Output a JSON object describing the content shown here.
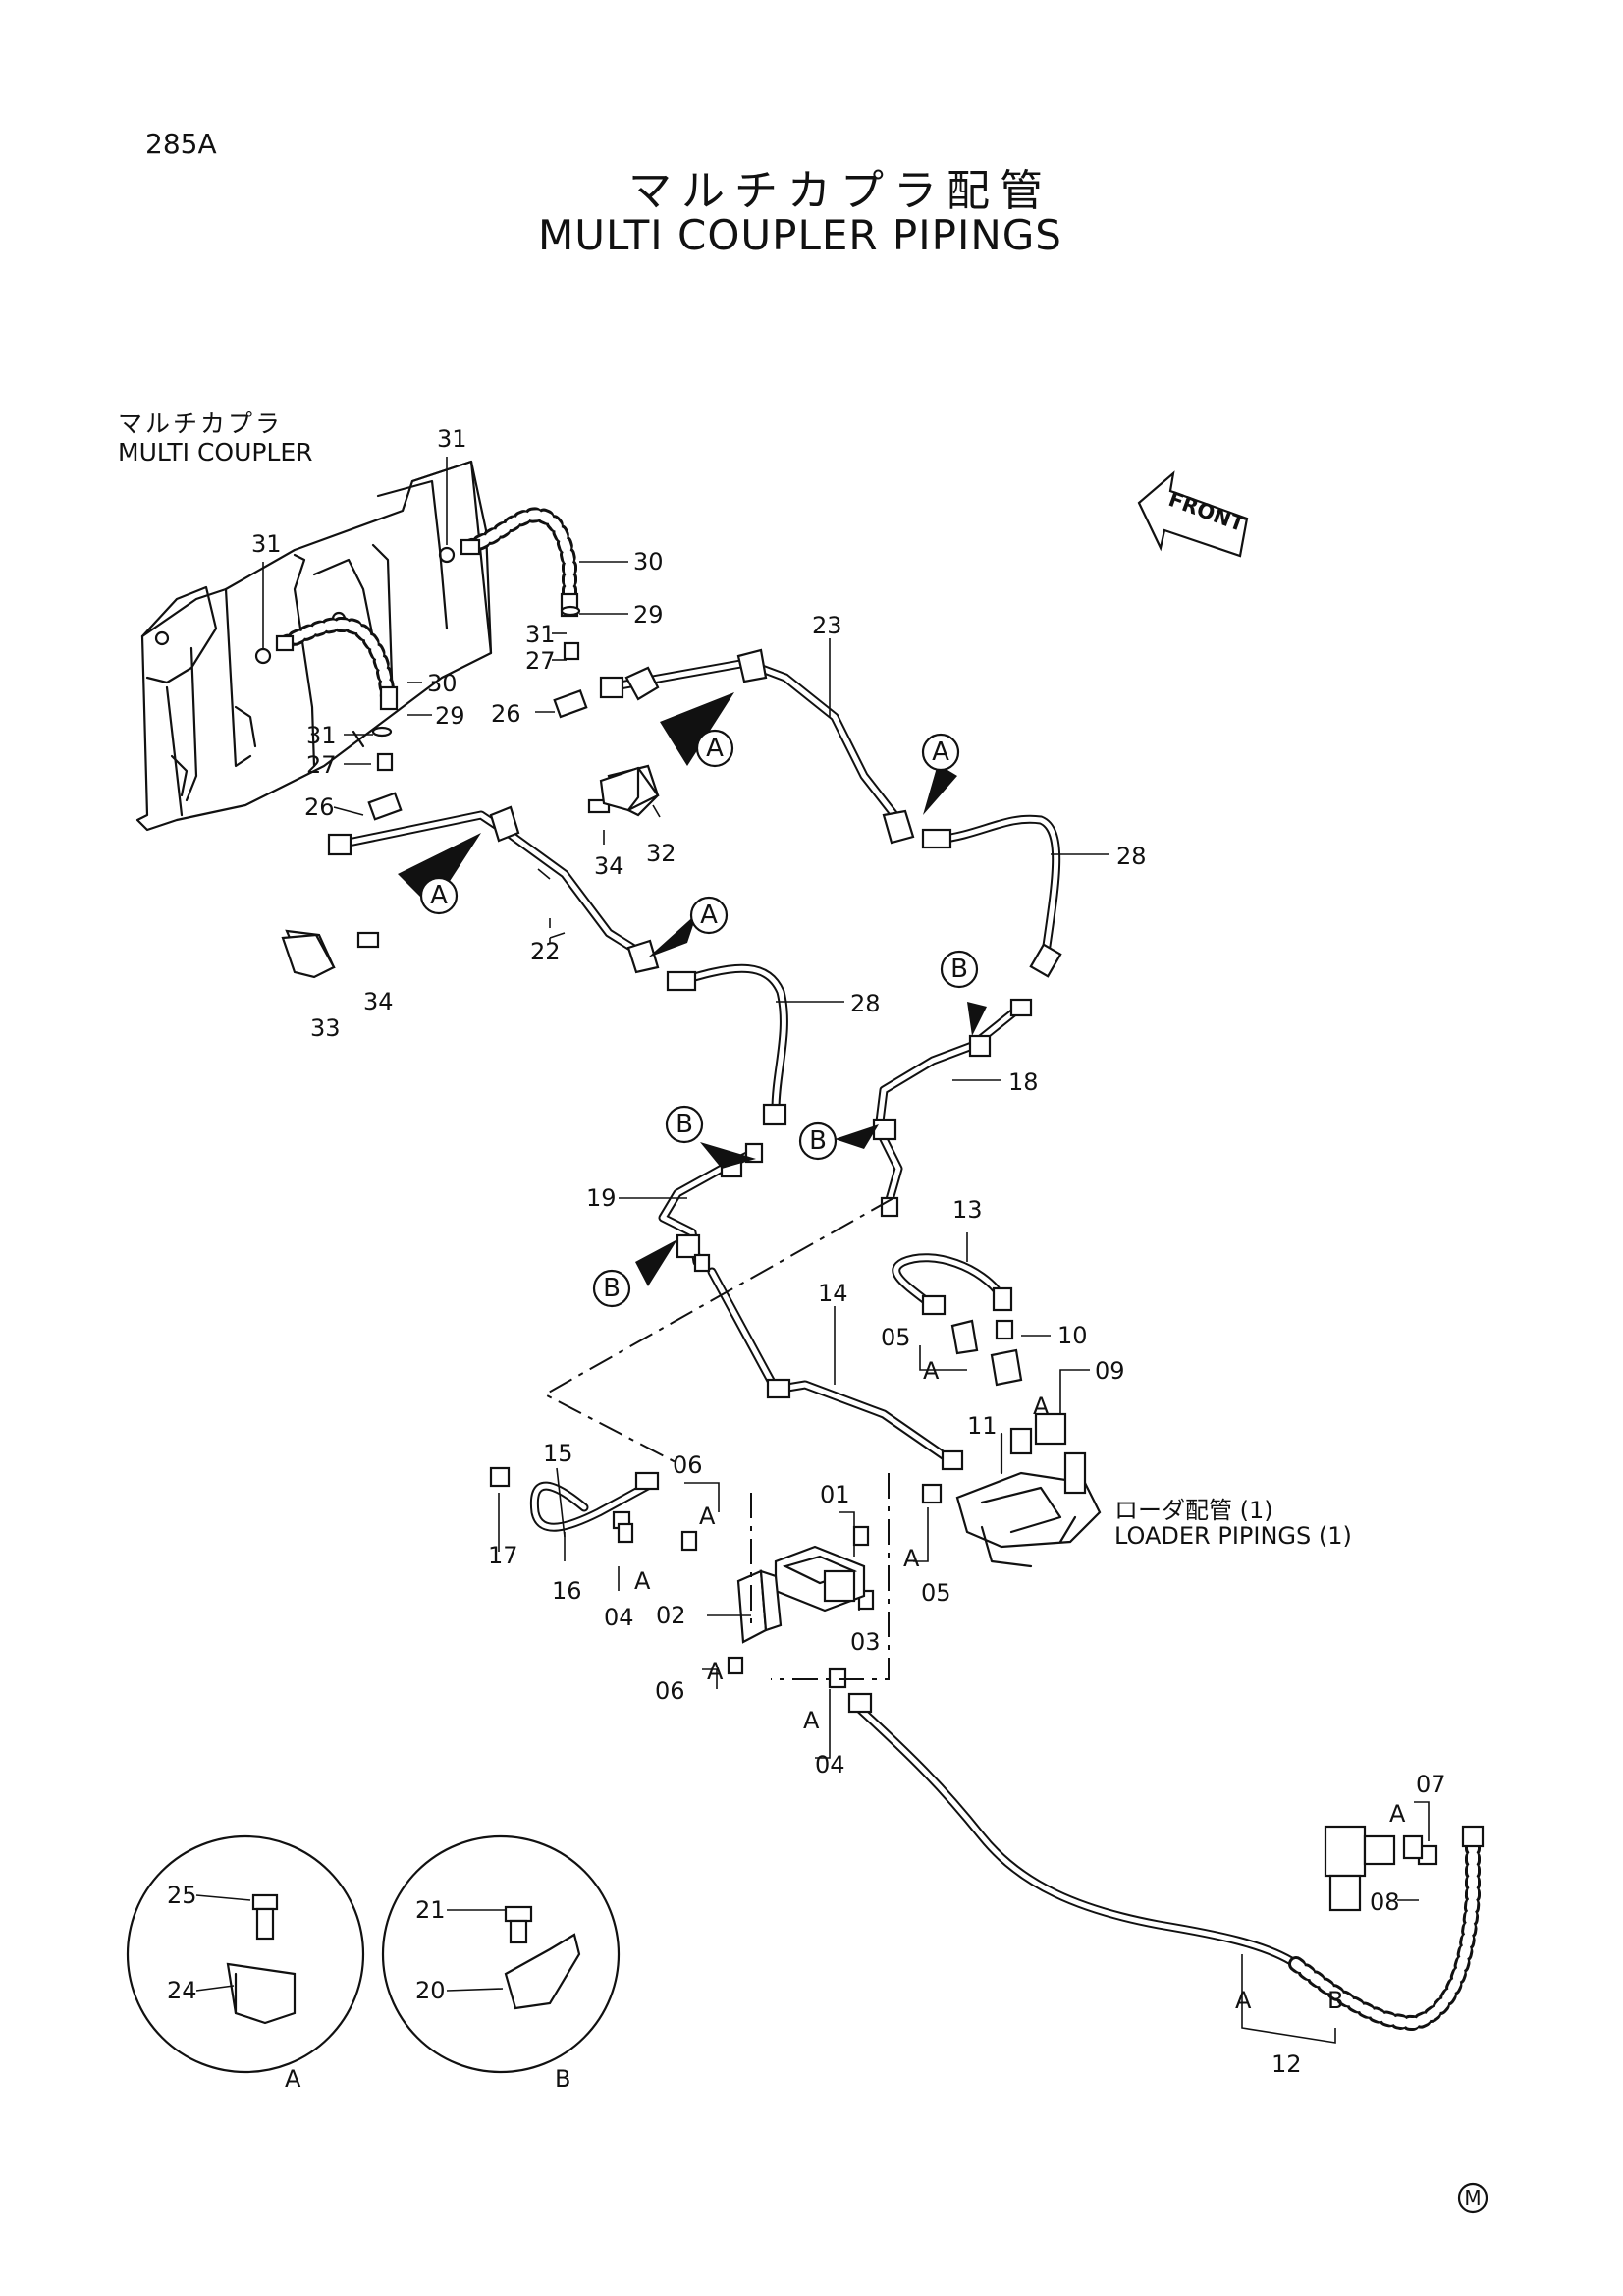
{
  "page_code": "285A",
  "title_jp": "マルチカプラ配管",
  "title_en": "MULTI COUPLER PIPINGS",
  "multi_coupler_label_jp": "マルチカプラ",
  "multi_coupler_label_en": "MULTI COUPLER",
  "front_label": "FRONT",
  "loader_ref_jp": "ローダ配管 (1)",
  "loader_ref_en": "LOADER PIPINGS (1)",
  "mark_symbol": "M",
  "detail_views": [
    {
      "letter": "A",
      "parts": [
        "25",
        "24"
      ]
    },
    {
      "letter": "B",
      "parts": [
        "21",
        "20"
      ]
    }
  ],
  "callouts": [
    "31",
    "31",
    "30",
    "29",
    "31",
    "27",
    "30",
    "29",
    "31",
    "27",
    "26",
    "26",
    "23",
    "A",
    "A",
    "34",
    "32",
    "A",
    "A",
    "28",
    "22",
    "28",
    "33",
    "34",
    "B",
    "B",
    "18",
    "B",
    "19",
    "B",
    "13",
    "14",
    "10",
    "05",
    "A",
    "09",
    "A",
    "11",
    "15",
    "06",
    "A",
    "01",
    "17",
    "16",
    "A",
    "04",
    "02",
    "03",
    "A",
    "05",
    "06",
    "A",
    "A",
    "04",
    "07",
    "A",
    "08",
    "A",
    "B",
    "12"
  ]
}
